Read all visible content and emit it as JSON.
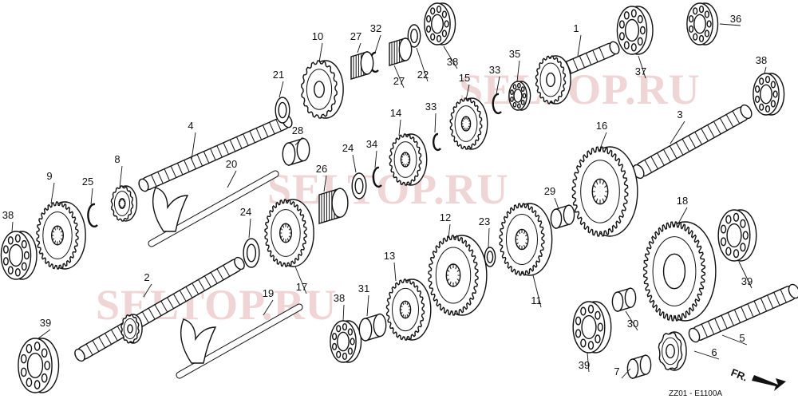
{
  "watermarks": [
    "SELTOP.RU",
    "SELTOP.RU",
    "SELTOP.RU"
  ],
  "parts": [
    {
      "id": "1"
    },
    {
      "id": "2"
    },
    {
      "id": "3"
    },
    {
      "id": "4"
    },
    {
      "id": "5"
    },
    {
      "id": "6"
    },
    {
      "id": "7"
    },
    {
      "id": "8"
    },
    {
      "id": "9"
    },
    {
      "id": "10"
    },
    {
      "id": "11"
    },
    {
      "id": "12"
    },
    {
      "id": "13"
    },
    {
      "id": "14"
    },
    {
      "id": "15"
    },
    {
      "id": "16"
    },
    {
      "id": "17"
    },
    {
      "id": "18"
    },
    {
      "id": "19"
    },
    {
      "id": "20"
    },
    {
      "id": "21"
    },
    {
      "id": "22"
    },
    {
      "id": "23"
    },
    {
      "id": "24"
    },
    {
      "id": "24"
    },
    {
      "id": "25"
    },
    {
      "id": "26"
    },
    {
      "id": "27"
    },
    {
      "id": "27"
    },
    {
      "id": "28"
    },
    {
      "id": "29"
    },
    {
      "id": "30"
    },
    {
      "id": "31"
    },
    {
      "id": "32"
    },
    {
      "id": "33"
    },
    {
      "id": "33"
    },
    {
      "id": "34"
    },
    {
      "id": "35"
    },
    {
      "id": "36"
    },
    {
      "id": "37"
    },
    {
      "id": "38"
    },
    {
      "id": "38"
    },
    {
      "id": "38"
    },
    {
      "id": "38"
    },
    {
      "id": "39"
    },
    {
      "id": "39"
    },
    {
      "id": "39"
    }
  ],
  "direction_label": "FR.",
  "diagram_code": "ZZ01 - E1100A"
}
